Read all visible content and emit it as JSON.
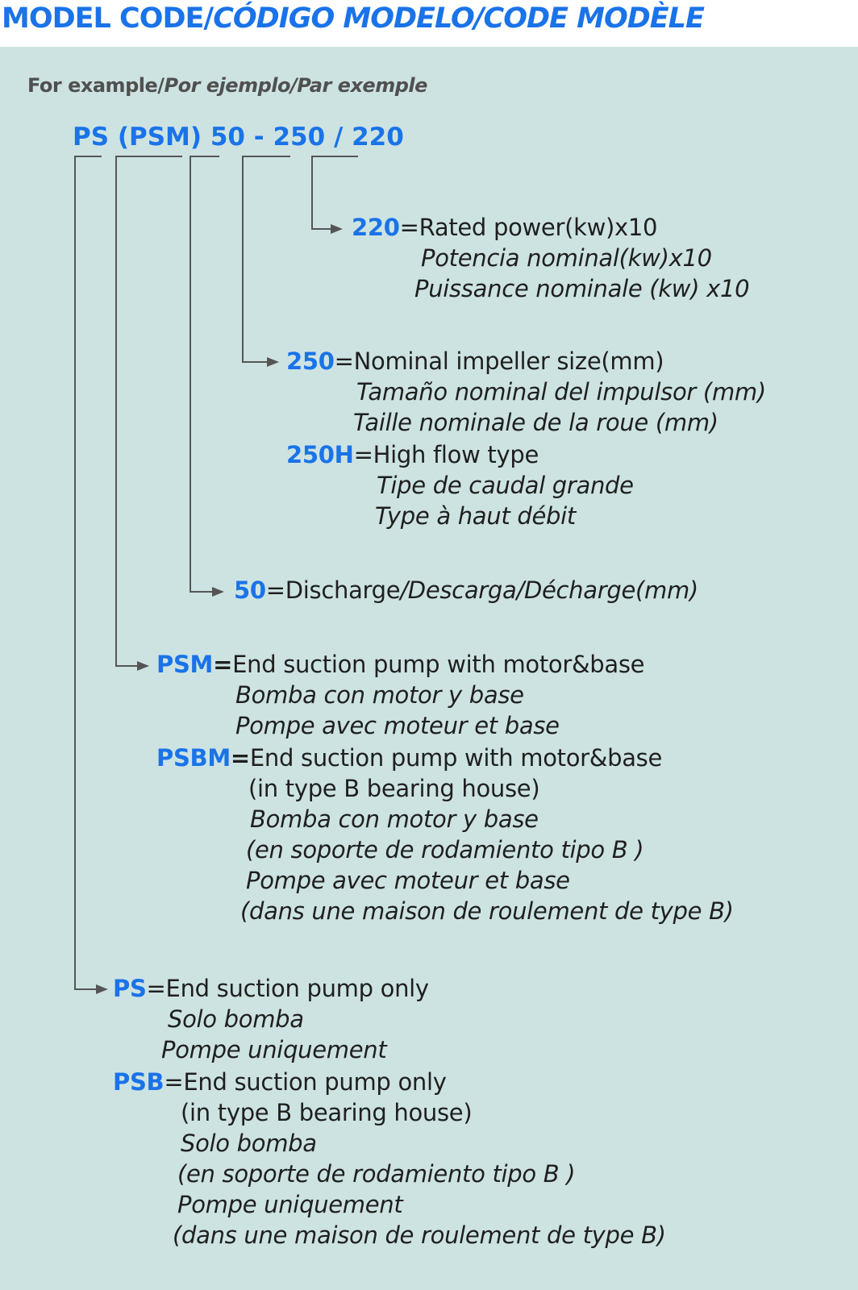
{
  "header": {
    "title_main": "MODEL CODE/",
    "title_italic": "CÓDIGO MODELO/CODE MODÈLE"
  },
  "example": {
    "label": "For example/",
    "label_italic": "Por ejemplo/Par exemple"
  },
  "model_code": "PS (PSM) 50 - 250 / 220",
  "power": {
    "key": "220",
    "en": "=Rated power(kw)x10",
    "es": "Potencia nominal(kw)x10",
    "fr": "Puissance nominale (kw) x10"
  },
  "impeller": {
    "key": "250",
    "en": "=Nominal impeller size(mm)",
    "es": "Tamaño nominal del impulsor (mm)",
    "fr": "Taille nominale de la roue (mm)"
  },
  "high_flow": {
    "key": "250H",
    "en": "=High flow type",
    "es": "Tipe de caudal grande",
    "fr": "Type à haut débit"
  },
  "discharge": {
    "key": "50",
    "en": "=Discharge",
    "multi": "/Descarga/Décharge(mm)"
  },
  "psm": {
    "key": "PSM",
    "eq": "=",
    "en": "End suction pump with motor&base",
    "es": "Bomba con motor y base",
    "fr": "Pompe avec moteur et base"
  },
  "psbm": {
    "key": "PSBM",
    "eq": "=",
    "en": "End suction pump with motor&base",
    "en2": "(in type B bearing house)",
    "es": "Bomba con motor y base",
    "es2": "(en soporte de rodamiento tipo B )",
    "fr": "Pompe avec moteur et base",
    "fr2": "(dans une maison de roulement de type B)"
  },
  "ps": {
    "key": "PS",
    "en": "=End suction pump only",
    "es": "Solo bomba",
    "fr": "Pompe uniquement"
  },
  "psb": {
    "key": "PSB",
    "en": "=End suction pump only",
    "en2": "(in type B bearing house)",
    "es": "Solo bomba",
    "es2": "(en soporte de rodamiento tipo B )",
    "fr": "Pompe uniquement",
    "fr2": "(dans une maison de roulement de type B)"
  },
  "colors": {
    "accent": "#1a73e8",
    "panel": "#cde3e2",
    "line": "#555555"
  }
}
